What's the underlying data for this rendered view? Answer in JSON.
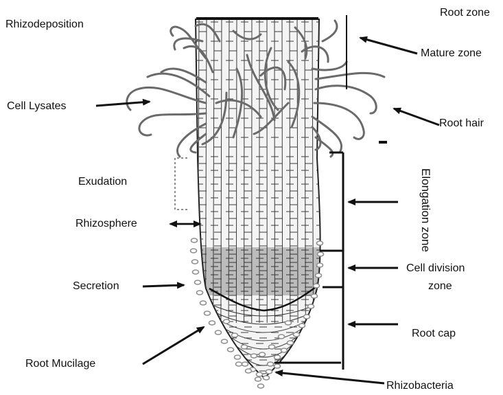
{
  "labels": {
    "rhizodeposition": "Rhizodeposition",
    "root_zone": "Root zone",
    "mature_zone": "Mature zone",
    "cell_lysates": "Cell Lysates",
    "root_hair": "Root hair",
    "exudation": "Exudation",
    "elongation_zone": "Elongation zone",
    "rhizosphere": "Rhizosphere",
    "cell_division_line1": "Cell division",
    "cell_division_line2": "zone",
    "secretion": "Secretion",
    "root_cap": "Root cap",
    "root_mucilage": "Root Mucilage",
    "rhizobacteria": "Rhizobacteria"
  },
  "colors": {
    "ink": "#111111",
    "root_fill": "#f4f4f4",
    "cell_line": "#3a3a3a",
    "hair": "#6a6a6a",
    "mucilage": "#8f8f8f"
  }
}
